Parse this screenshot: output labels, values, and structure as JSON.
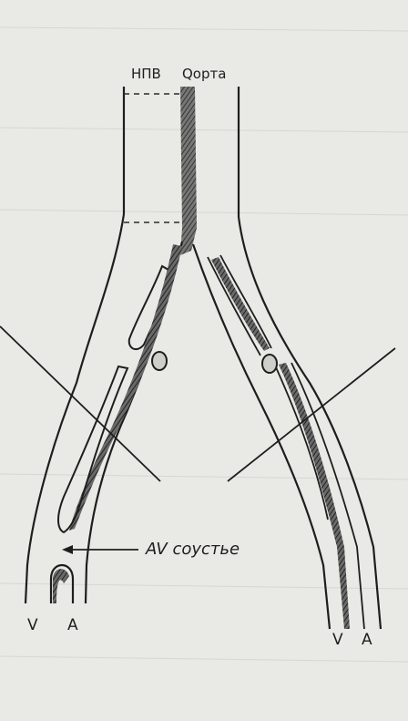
{
  "labels": {
    "ivc": "НПВ",
    "aorta": "Qорта",
    "av_fistula": "AV соустье",
    "left_vein": "V",
    "left_artery": "A",
    "right_vein": "V",
    "right_artery": "A"
  },
  "colors": {
    "paper": "#e9e9e6",
    "ink": "#1e1e1e",
    "shade": "#4a4a4a"
  }
}
